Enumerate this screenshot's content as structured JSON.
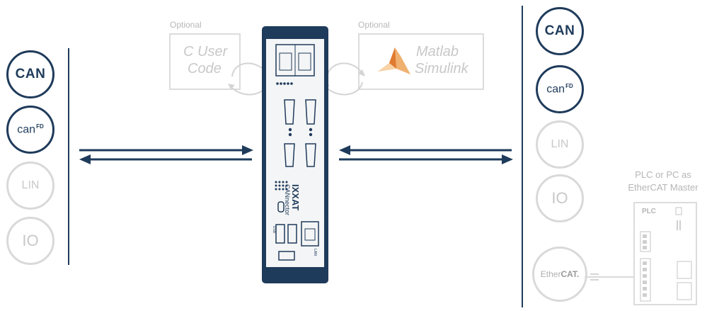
{
  "left_bus": {
    "items": [
      {
        "label": "CAN",
        "active": true,
        "style": "can"
      },
      {
        "label": "can",
        "sup": "FD",
        "active": true,
        "style": "canfd"
      },
      {
        "label": "LIN",
        "active": false,
        "style": "plain"
      },
      {
        "label": "IO",
        "active": false,
        "style": "io"
      }
    ]
  },
  "right_bus": {
    "items": [
      {
        "label": "CAN",
        "active": true,
        "style": "can"
      },
      {
        "label": "can",
        "sup": "FD",
        "active": true,
        "style": "canfd"
      },
      {
        "label": "LIN",
        "active": false,
        "style": "plain"
      },
      {
        "label": "IO",
        "active": false,
        "style": "io"
      },
      {
        "label": "Ether",
        "label_bold": "CAT.",
        "active": false,
        "style": "ethercat"
      }
    ]
  },
  "optional_left": {
    "caption": "Optional",
    "line1": "C User",
    "line2": "Code"
  },
  "optional_right": {
    "caption": "Optional",
    "line1": "Matlab",
    "line2": "Simulink"
  },
  "device": {
    "brand": "IXXAT",
    "model": "CANnector",
    "label_usb": "USB",
    "label_lan": "LAN"
  },
  "plc": {
    "title_line1": "PLC or PC as",
    "title_line2": "EtherCAT Master",
    "label": "PLC"
  },
  "colors": {
    "active": "#1f3b5b",
    "inactive": "#d9d9d9",
    "arrow": "#1f3b5b"
  }
}
